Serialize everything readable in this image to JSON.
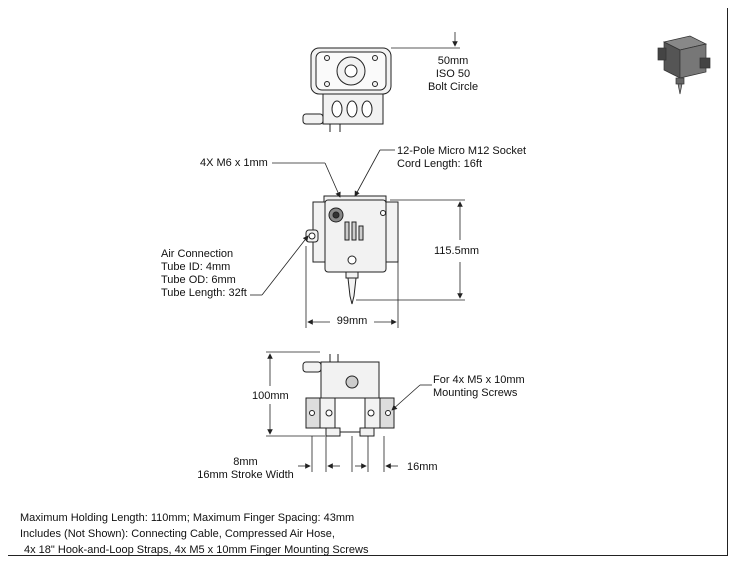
{
  "top_view": {
    "bolt_circle": [
      "50mm",
      "ISO 50",
      "Bolt Circle"
    ]
  },
  "front_view": {
    "socket": [
      "12-Pole Micro M12 Socket",
      "Cord Length: 16ft"
    ],
    "screws": "4X M6 x 1mm",
    "air": [
      "Air Connection",
      "Tube ID: 4mm",
      "Tube OD: 6mm",
      "Tube Length: 32ft"
    ],
    "height": "115.5mm",
    "width": "99mm"
  },
  "bottom_view": {
    "height": "100mm",
    "mount": [
      "For 4x M5 x 10mm",
      "Mounting Screws"
    ],
    "stroke": [
      "8mm",
      "16mm Stroke Width"
    ],
    "finger": "16mm"
  },
  "notes": [
    "Maximum Holding Length: 110mm; Maximum Finger Spacing: 43mm",
    "Includes (Not Shown): Connecting Cable, Compressed Air Hose,",
    "4x 18\" Hook-and-Loop Straps, 4x M5 x 10mm Finger Mounting Screws"
  ],
  "colors": {
    "line": "#222222",
    "body": "#f2f2f2",
    "dark": "#555555"
  }
}
